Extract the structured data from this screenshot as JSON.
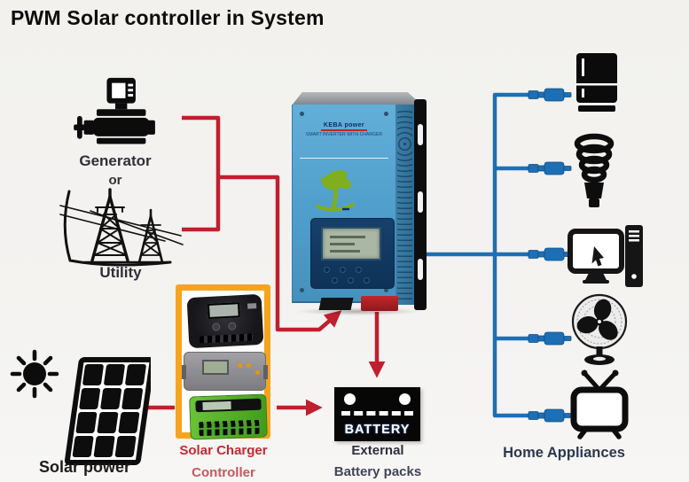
{
  "title": "PWM Solar controller in System",
  "labels": {
    "generator": "Generator",
    "or": "or",
    "utility": "Utility",
    "solar_power": "Solar power",
    "solar_charger_line1": "Solar Charger",
    "solar_charger_line2": "Controller",
    "battery_device": "BATTERY",
    "battery_label_line1": "External",
    "battery_label_line2": "Battery packs",
    "home_appliances": "Home Appliances"
  },
  "inverter": {
    "brand": "KEBA power",
    "subtitle": "SMART INVERTER WITH CHARGER"
  },
  "appliance_icons": [
    "refrigerator",
    "cfl-bulb",
    "desktop-computer",
    "fan",
    "television"
  ],
  "colors": {
    "red": "#bf1f2e",
    "blue": "#1d6fb5",
    "orange": "#f6a41f",
    "label_dark": "#2f2f3a",
    "label_red": "#c22a33",
    "background": "#f3f2ef"
  }
}
